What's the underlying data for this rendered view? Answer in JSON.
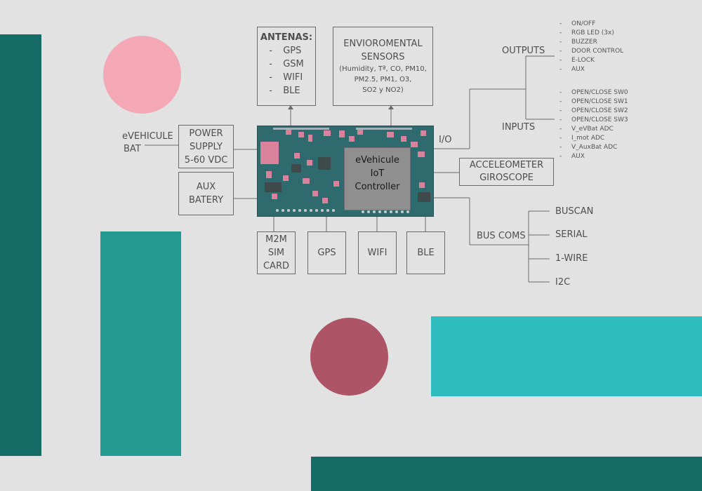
{
  "controller": {
    "line1": "eVehicule",
    "line2": "IoT",
    "line3": "Controller"
  },
  "antenas": {
    "title": "ANTENAS:",
    "items": [
      "GPS",
      "GSM",
      "WIFI",
      "BLE"
    ]
  },
  "sensors": {
    "title1": "ENVIOROMENTAL",
    "title2": "SENSORS",
    "detail1": "(Humidity, Tª, CO, PM10,",
    "detail2": "PM2.5, PM1, O3,",
    "detail3": "SO2 y NO2)"
  },
  "power": {
    "line1": "POWER",
    "line2": "SUPPLY",
    "line3": "5-60 VDC"
  },
  "input_label": {
    "line1": "eVEHICULE",
    "line2": "BAT"
  },
  "aux_battery": {
    "line1": "AUX",
    "line2": "BATERY"
  },
  "bottom_modules": {
    "sim1": "M2M",
    "sim2": "SIM",
    "sim3": "CARD",
    "gps": "GPS",
    "wifi": "WIFI",
    "ble": "BLE"
  },
  "io": {
    "label": "I/O",
    "outputs_title": "OUTPUTS",
    "outputs": [
      "ON/OFF",
      "RGB LED (3x)",
      "BUZZER",
      "DOOR CONTROL",
      "E-LOCK",
      "AUX"
    ],
    "inputs_title": "INPUTS",
    "inputs": [
      "OPEN/CLOSE SW0",
      "OPEN/CLOSE SW1",
      "OPEN/CLOSE SW2",
      "OPEN/CLOSE SW3",
      "V_eVBat ADC",
      "I_mot ADC",
      "V_AuxBat ADC",
      "AUX"
    ]
  },
  "accel": {
    "line1": "ACCELEOMETER",
    "line2": "GIROSCOPE"
  },
  "bus": {
    "title": "BUS COMS",
    "items": [
      "BUSCAN",
      "SERIAL",
      "1-WIRE",
      "I2C"
    ]
  },
  "colors": {
    "background": "#e2e2e2",
    "dark_teal": "#156b66",
    "teal": "#239a90",
    "cyan": "#2fbcbf",
    "pink": "#f4a8b6",
    "maroon": "#ad5467",
    "pcb": "#2f6b6e",
    "pad_pink": "#d9829b"
  }
}
